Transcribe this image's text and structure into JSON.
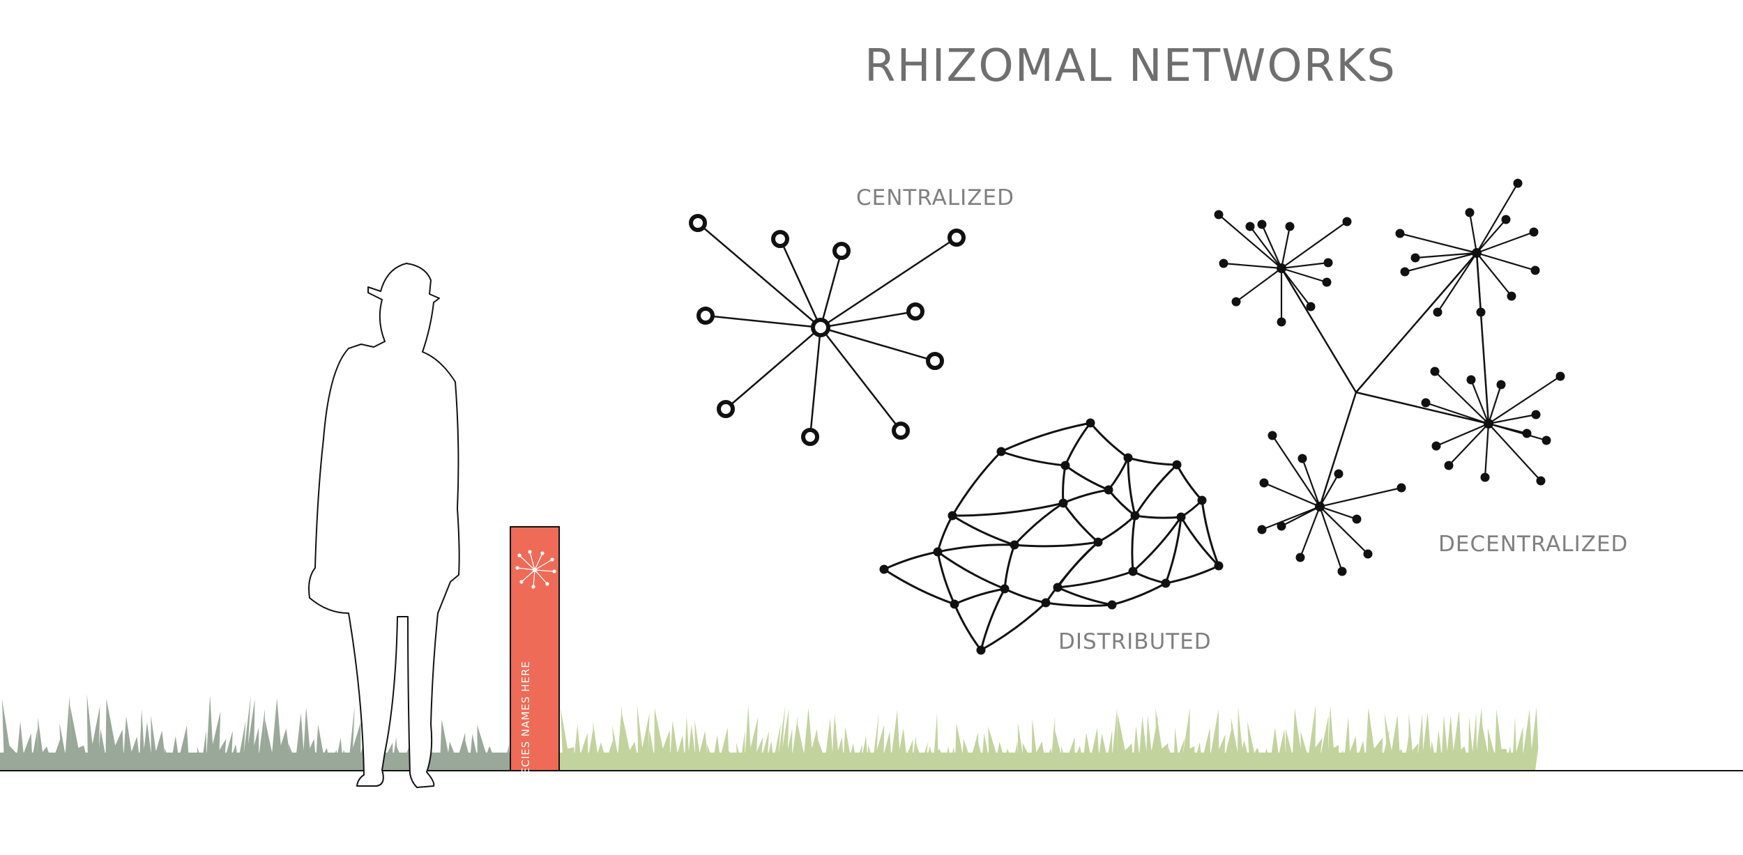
{
  "title": "RHIZOMAL NETWORKS",
  "networks": {
    "centralized": {
      "label": "CENTRALIZED"
    },
    "distributed": {
      "label": "DISTRIBUTED"
    },
    "decentralized": {
      "label": "DECENTRALIZED"
    }
  },
  "signpost": {
    "text": "SPECIES NAMES HERE"
  },
  "colors": {
    "title": "#6f6f6f",
    "label": "#7f7f7f",
    "network": "#111111",
    "signpost": "#ee6b57",
    "grass_left": "#9aa89a",
    "grass_right": "#c3d39e",
    "ground_line": "#111111"
  },
  "icons": [
    "person-silhouette",
    "grass",
    "network-icon"
  ]
}
